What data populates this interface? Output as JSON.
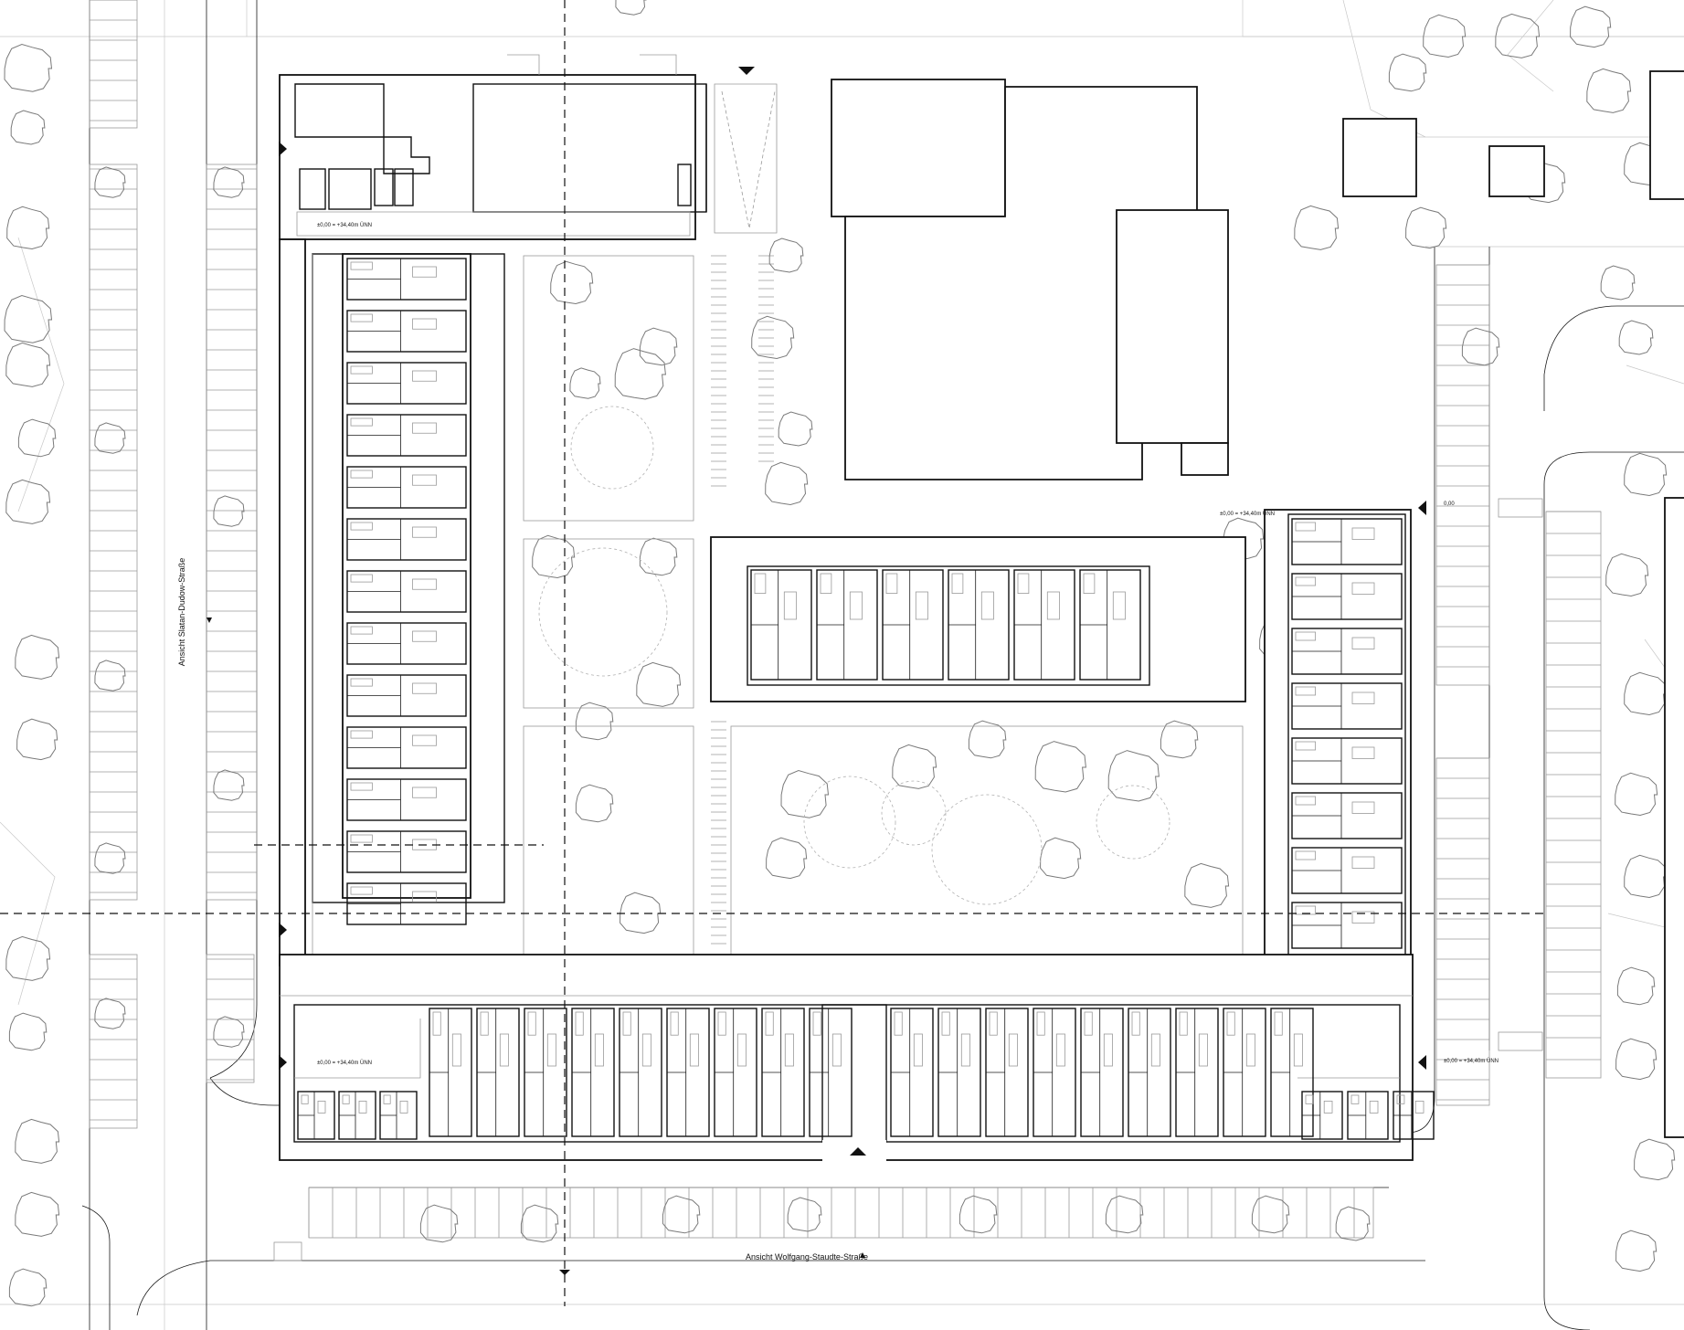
{
  "labels": {
    "elevation_west": "Ansicht Slatan-Dudow-Straße",
    "elevation_south": "Ansicht Wolfgang-Staudte-Straße",
    "level_north": "±0,00 = +34,40m ÜNN",
    "level_east": "±0,00 = +34,40m ÜNN",
    "level_southwest": "±0,00 = +34,40m ÜNN",
    "level_southeast": "±0,00 = +34,40m ÜNN",
    "level_east_marker": "0,00"
  },
  "colors": {
    "line": "#111111",
    "thin_line": "#9a9a9a",
    "background": "#ffffff"
  },
  "icons": [
    "section-arrow-icon",
    "tree-icon",
    "parking-icon"
  ]
}
